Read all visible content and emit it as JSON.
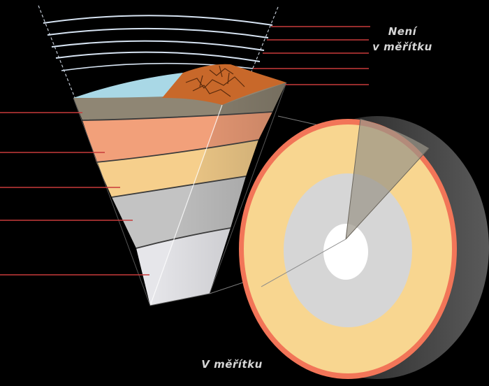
{
  "figure": {
    "not_to_scale_line1": "Není",
    "not_to_scale_line2": "v měřítku",
    "to_scale": "V měřítku"
  },
  "colors": {
    "background": "#000000",
    "atmosphere_line": "#d6e3f2",
    "ocean": "#a9d8e6",
    "continent": "#c8682a",
    "crust": "#8f8674",
    "upper_mantle": "#f2a07a",
    "lower_mantle": "#f6cf8c",
    "outer_core": "#c3c3c3",
    "inner_core": "#e6e6ea",
    "globe_crust": "#f27558",
    "globe_mantle": "#f8d690",
    "globe_outer_core": "#d6d6d6",
    "globe_inner_core": "#ffffff",
    "leader_line": "#c83a3a"
  }
}
